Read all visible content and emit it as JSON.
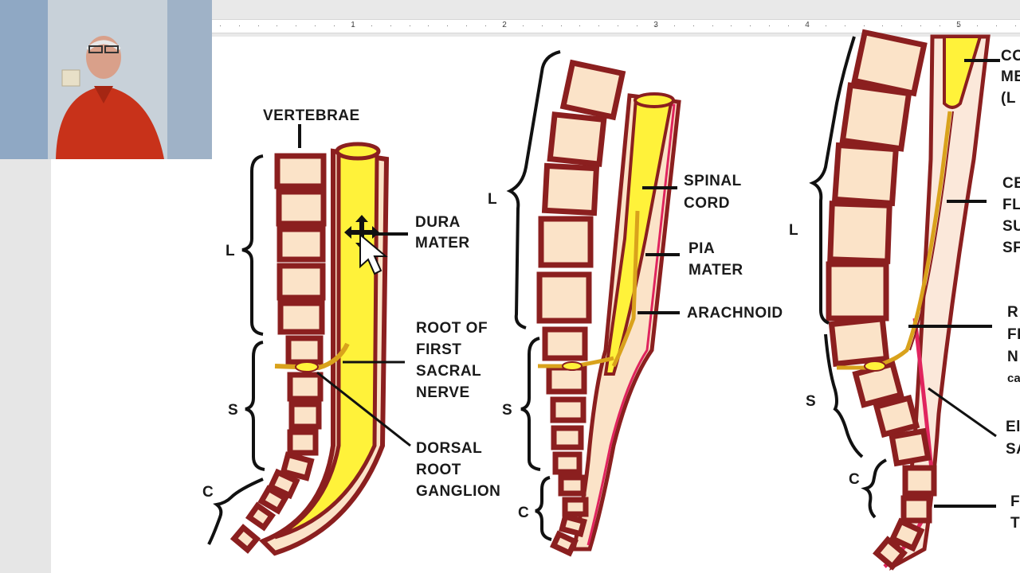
{
  "ruler": {
    "numbers": [
      "1",
      "2",
      "3",
      "4",
      "5"
    ]
  },
  "webcam": {
    "icon": "presenter-webcam"
  },
  "diagram1": {
    "vertebrae": "VERTEBRAE",
    "l": "L",
    "s": "S",
    "c": "C",
    "dura_1": "DURA",
    "dura_2": "MATER",
    "root_1": "ROOT OF",
    "root_2": "FIRST",
    "root_3": "SACRAL",
    "root_4": "NERVE",
    "dorsal_1": "DORSAL",
    "dorsal_2": "ROOT",
    "dorsal_3": "GANGLION"
  },
  "diagram2": {
    "l": "L",
    "s": "S",
    "c": "C",
    "spinal_1": "SPINAL",
    "spinal_2": "CORD",
    "pia_1": "PIA",
    "pia_2": "MATER",
    "arachnoid": "ARACHNOID"
  },
  "diagram3": {
    "l": "L",
    "s": "S",
    "c": "C",
    "co_1": "CO",
    "co_2": "ME",
    "co_3": "(L",
    "ce_1": "CE",
    "ce_2": "FL",
    "ce_3": "SU",
    "ce_4": "SF",
    "r_1": "R",
    "r_2": "FI",
    "r_3": "N",
    "r_4": "ca",
    "e_1": "El",
    "e_2": "SA",
    "f_1": "F",
    "f_2": "T"
  },
  "colors": {
    "bone": "#8b1f1f",
    "disc": "#fbe3c8",
    "cord": "#fff23a",
    "pia": "#e0245e",
    "root": "#d9a21c"
  }
}
